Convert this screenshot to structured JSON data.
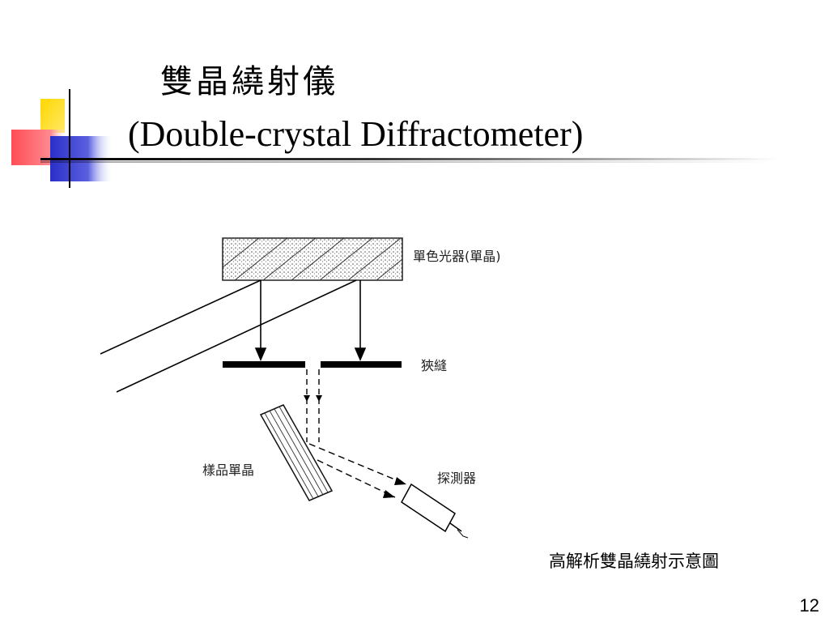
{
  "slide": {
    "title_zh": "雙晶繞射儀",
    "title_en": "(Double-crystal Diffractometer)",
    "page_number": "12"
  },
  "diagram": {
    "labels": {
      "monochromator": "單色光器(單晶)",
      "slit": "狹縫",
      "sample": "樣品單晶",
      "detector": "探測器"
    },
    "caption": "高解析雙晶繞射示意圖"
  },
  "colors": {
    "logo_yellow": "#ffd700",
    "logo_red": "#ff4d55",
    "logo_blue": "#2b2fc8"
  }
}
